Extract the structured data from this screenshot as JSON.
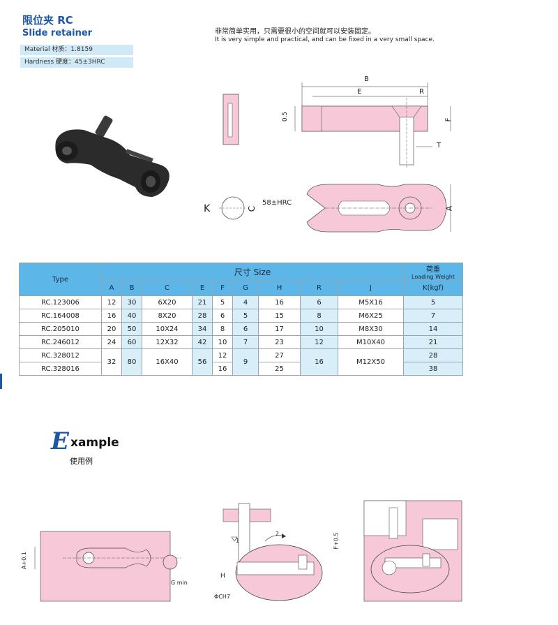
{
  "header": {
    "title_cn": "限位夹 RC",
    "title_en": "Slide retainer",
    "material": "Material 材质：1.8159",
    "hardness": "Hardness 硬度：45±3HRC",
    "desc_cn": "非常简单实用，只需要很小的空间就可以安装固定。",
    "desc_en": "It is very simple and practical, and can be fixed in a very small space."
  },
  "drawing": {
    "label_B": "B",
    "label_E": "E",
    "label_R": "R",
    "label_05": "0.5",
    "label_F": "F",
    "label_T": "T",
    "label_K": "K",
    "label_C": "C",
    "label_hrc": "58±HRC",
    "label_A": "A"
  },
  "table": {
    "type_header": "Type",
    "size_header": "尺寸 Size",
    "weight_header_cn": "荷重",
    "weight_header_en": "Loading Weight",
    "columns": [
      "A",
      "B",
      "C",
      "E",
      "F",
      "G",
      "H",
      "R",
      "J"
    ],
    "weight_unit": "K(kgf)",
    "rows": [
      {
        "type": "RC.123006",
        "A": "12",
        "B": "30",
        "C": "6X20",
        "E": "21",
        "F": "5",
        "G": "4",
        "H": "16",
        "R": "6",
        "J": "M5X16",
        "K": "5"
      },
      {
        "type": "RC.164008",
        "A": "16",
        "B": "40",
        "C": "8X20",
        "E": "28",
        "F": "6",
        "G": "5",
        "H": "15",
        "R": "8",
        "J": "M6X25",
        "K": "7"
      },
      {
        "type": "RC.205010",
        "A": "20",
        "B": "50",
        "C": "10X24",
        "E": "34",
        "F": "8",
        "G": "6",
        "H": "17",
        "R": "10",
        "J": "M8X30",
        "K": "14"
      },
      {
        "type": "RC.246012",
        "A": "24",
        "B": "60",
        "C": "12X32",
        "E": "42",
        "F": "10",
        "G": "7",
        "H": "23",
        "R": "12",
        "J": "M10X40",
        "K": "21"
      },
      {
        "type": "RC.328012",
        "A": "32",
        "B": "80",
        "C": "16X40",
        "E": "56",
        "F": "12",
        "G": "9",
        "H": "27",
        "R": "16",
        "J": "M12X50",
        "K": "28"
      },
      {
        "type": "RC.328016",
        "F": "16",
        "H": "25",
        "K": "38"
      }
    ]
  },
  "example": {
    "title_initial": "E",
    "title_rest": "xample",
    "title_cn": "使用例",
    "label_a01": "A+0.1",
    "label_gmin": "G min",
    "label_1": "1",
    "label_2": "2",
    "label_H": "H",
    "label_phich7": "ΦCH7",
    "label_f05": "F+0.5"
  },
  "colors": {
    "pink": "#f6c8d8",
    "table_header": "#5cb6e8",
    "table_shade": "#d8eef9",
    "title_blue": "#1b57a6"
  }
}
